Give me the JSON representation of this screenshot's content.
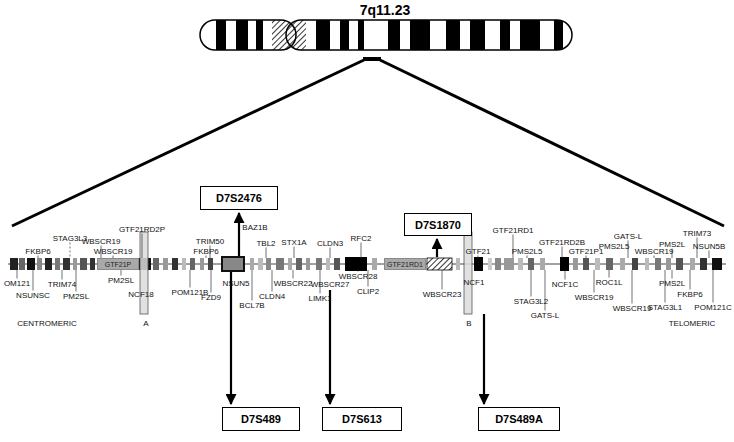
{
  "diagram": {
    "title": "7q11.23",
    "nodes": [
      {
        "text": [
          "D7S2476"
        ]
      },
      {
        "text": [
          "D7S1870"
        ]
      },
      {
        "text": [
          "GTF21P"
        ]
      },
      {
        "text": [
          "GTF21RD1"
        ]
      },
      {
        "text": [
          "D7S489"
        ]
      },
      {
        "text": [
          "D7S613"
        ]
      },
      {
        "text": [
          "D7S489A"
        ]
      }
    ],
    "labels": [
      "STAG3L3",
      "FKBP6",
      "WBSCR19",
      "WBSCR19",
      "GTF21RD2P",
      "TRIM50",
      "FKBP6",
      "BAZ1B",
      "TBL2",
      "STX1A",
      "CLDN3",
      "RFC2",
      "GTF21",
      "GTF21RD1",
      "PMS2L5",
      "GTF21RD2B",
      "GTF21P1",
      "GATS-L",
      "PMS2L5",
      "WBSCR19",
      "TRIM73",
      "PMS2L",
      "NSUN5B",
      "OM121",
      "TRIM74",
      "NSUNSC",
      "PM2SL",
      "PM2SL",
      "NCF18",
      "POM121B",
      "NSUN5",
      "FZD9",
      "BCL7B",
      "WBSCR22",
      "CLDN4",
      "WBSCR27",
      "WBSCR28",
      "LIMK1",
      "CLIP2",
      "WBSCR23",
      "NCF1",
      "STAG3L2",
      "GATS-L",
      "NCF1C",
      "ROC1L",
      "WBSCR19",
      "WBSCR19",
      "PMS2L",
      "FKBP6",
      "STAG3L1",
      "POM121C",
      "CENTROMERIC",
      "TELOMERIC",
      "A",
      "B"
    ]
  }
}
